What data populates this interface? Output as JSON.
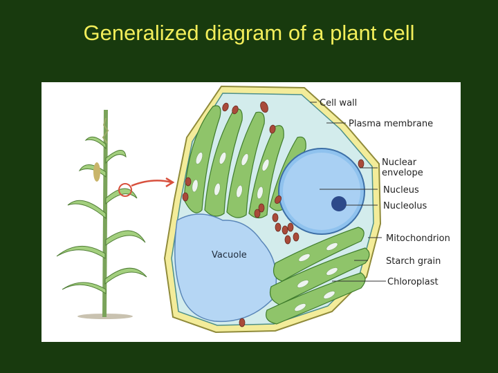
{
  "title": "Generalized diagram of a plant cell",
  "labels": {
    "cell_wall": "Cell wall",
    "plasma_membrane": "Plasma membrane",
    "nuclear_envelope_1": "Nuclear",
    "nuclear_envelope_2": "envelope",
    "nucleus": "Nucleus",
    "nucleolus": "Nucleolus",
    "mitochondrion": "Mitochondrion",
    "starch_grain": "Starch grain",
    "chloroplast": "Chloroplast",
    "vacuole": "Vacuole"
  },
  "colors": {
    "background": "#183a0e",
    "title": "#f2ee5a",
    "cell_wall": "#f3ec9a",
    "cytoplasm": "#d3ecec",
    "chloroplast": "#8fc46a",
    "vacuole": "#b5d6f4",
    "nucleus": "#8fc2ee",
    "mitochondrion": "#a94a3a",
    "pointer_arrow": "#d8503d"
  }
}
